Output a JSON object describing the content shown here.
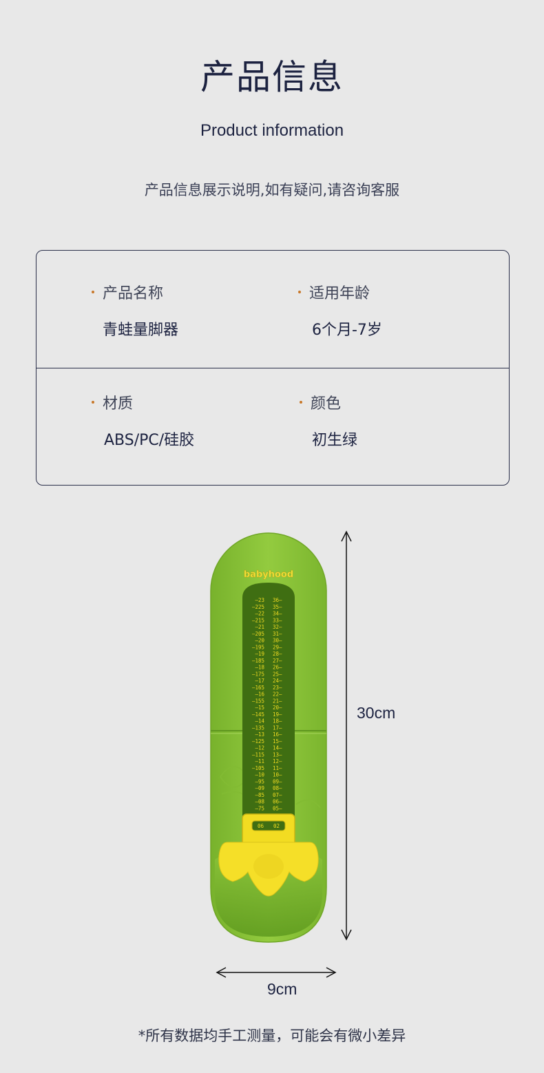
{
  "header": {
    "title_cn": "产品信息",
    "title_en": "Product information",
    "subtitle": "产品信息展示说明,如有疑问,请咨询客服"
  },
  "info": {
    "name_label": "产品名称",
    "name_value": "青蛙量脚器",
    "age_label": "适用年龄",
    "age_value": "6个月-7岁",
    "material_label": "材质",
    "material_value": "ABS/PC/硅胶",
    "color_label": "颜色",
    "color_value": "初生绿"
  },
  "product": {
    "brand": "babyhood",
    "scale_left": [
      "23",
      "225",
      "22",
      "215",
      "21",
      "205",
      "20",
      "195",
      "19",
      "185",
      "18",
      "175",
      "17",
      "165",
      "16",
      "155",
      "15",
      "145",
      "14",
      "135",
      "13",
      "125",
      "12",
      "115",
      "11",
      "105",
      "10",
      "95",
      "09",
      "85",
      "08",
      "75",
      "06"
    ],
    "scale_right": [
      "36",
      "35",
      "34",
      "33",
      "32",
      "31",
      "30",
      "29",
      "28",
      "27",
      "26",
      "25",
      "24",
      "23",
      "22",
      "21",
      "20",
      "19",
      "18",
      "17",
      "16",
      "15",
      "14",
      "13",
      "12",
      "11",
      "10",
      "09",
      "08",
      "07",
      "06",
      "05",
      "02"
    ],
    "height_label": "30cm",
    "width_label": "9cm"
  },
  "footnote": "*所有数据均手工测量，可能会有微小差异",
  "colors": {
    "background": "#e8e8e8",
    "ink": "#1c2240",
    "accent_dot": "#c8782a",
    "body_green": "#8cc63a",
    "slot_green": "#3f6e12",
    "slider_yellow": "#f2dc22"
  }
}
